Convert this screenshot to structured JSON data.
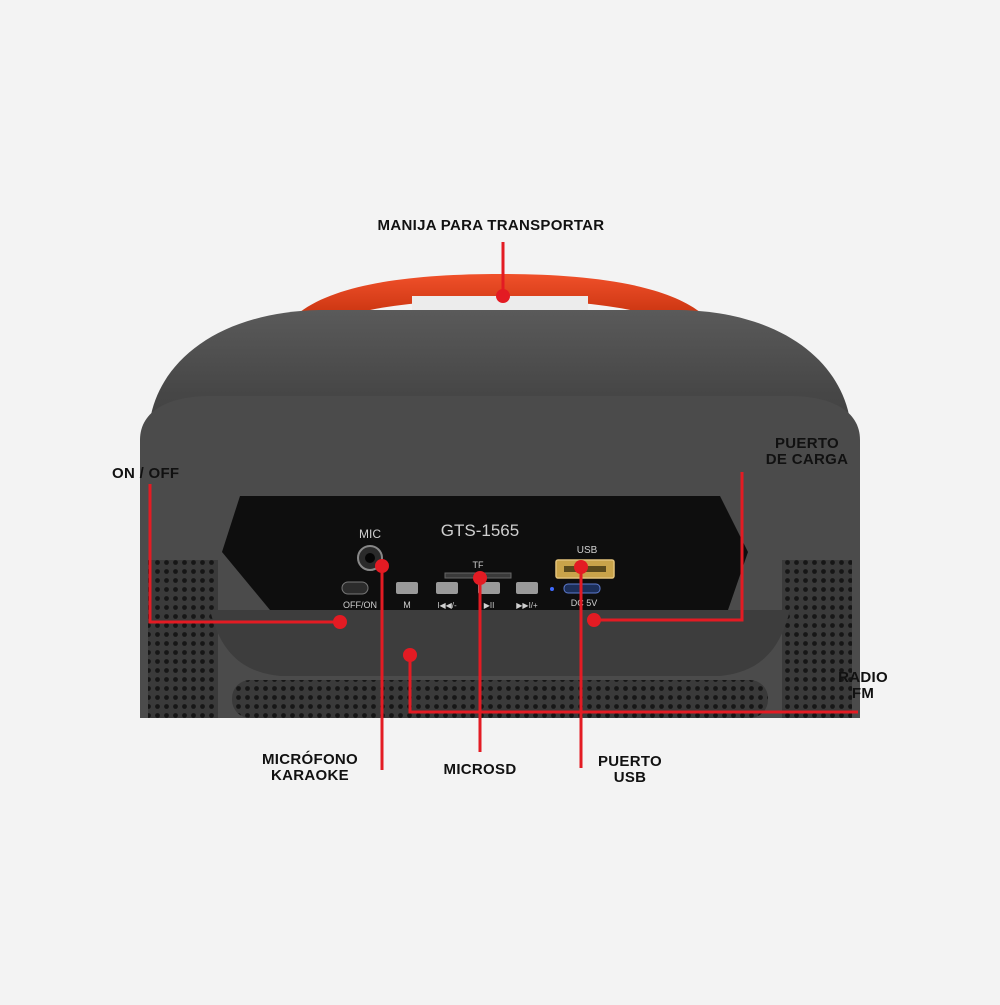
{
  "callouts": {
    "handle": "MANIJA PARA TRANSPORTAR",
    "power": "ON / OFF",
    "charge_line1": "PUERTO",
    "charge_line2": "DE CARGA",
    "radio_line1": "RADIO",
    "radio_line2": "FM",
    "mic_line1": "MICRÓFONO",
    "mic_line2": "KARAOKE",
    "microsd": "MICROSD",
    "usb_line1": "PUERTO",
    "usb_line2": "USB"
  },
  "panel": {
    "model": "GTS-1565",
    "mic_label": "MIC",
    "switch_label": "OFF/ON",
    "mode_label": "M",
    "tf_label": "TF",
    "prev_label": "I◀◀/-",
    "play_label": "▶II",
    "next_label": "▶▶I/+",
    "usb_label": "USB",
    "dc_label": "DC 5V"
  },
  "colors": {
    "accent": "#e31b23",
    "handle": "#e0401c",
    "body": "#4a4a4a",
    "panel": "#0e0e0e"
  }
}
